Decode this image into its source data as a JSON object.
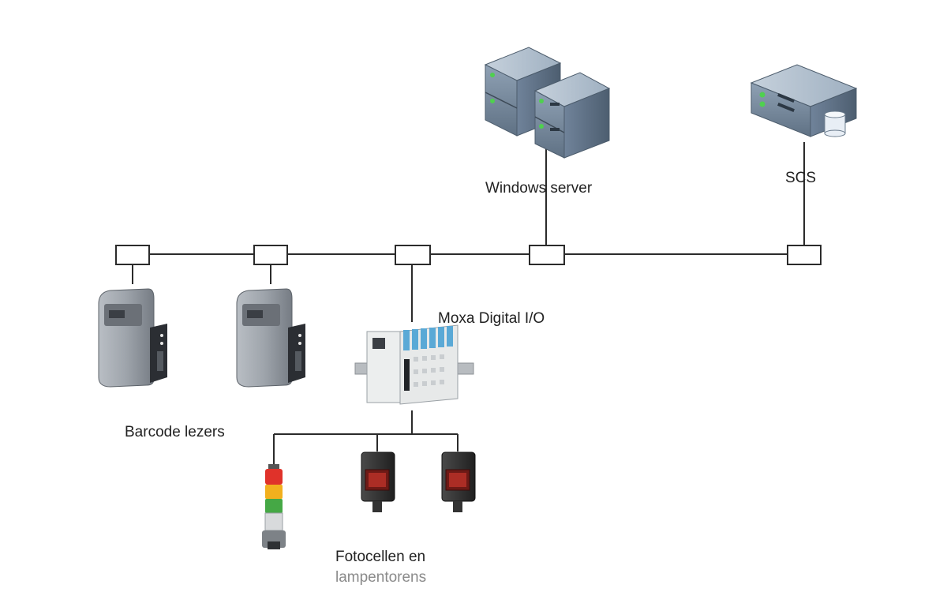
{
  "labels": {
    "windows_server": "Windows server",
    "scs": "SCS",
    "moxa": "Moxa Digital I/O",
    "barcode": "Barcode lezers",
    "fotocellen_line1": "Fotocellen en",
    "fotocellen_line2": "lampentorens"
  },
  "colors": {
    "line": "#2b2b2b",
    "server_dark": "#5d6f82",
    "server_light": "#a9b7c6",
    "scanner_grey": "#8e949b",
    "io_blue": "#5aa9d6",
    "light_red": "#e0322a",
    "light_yellow": "#f2b01e",
    "light_green": "#45a845",
    "sensor_red": "#c0392b"
  },
  "icons": [
    "server-icon",
    "database-icon",
    "barcode-scanner-icon",
    "io-module-icon",
    "tower-light-icon",
    "photo-sensor-icon"
  ]
}
